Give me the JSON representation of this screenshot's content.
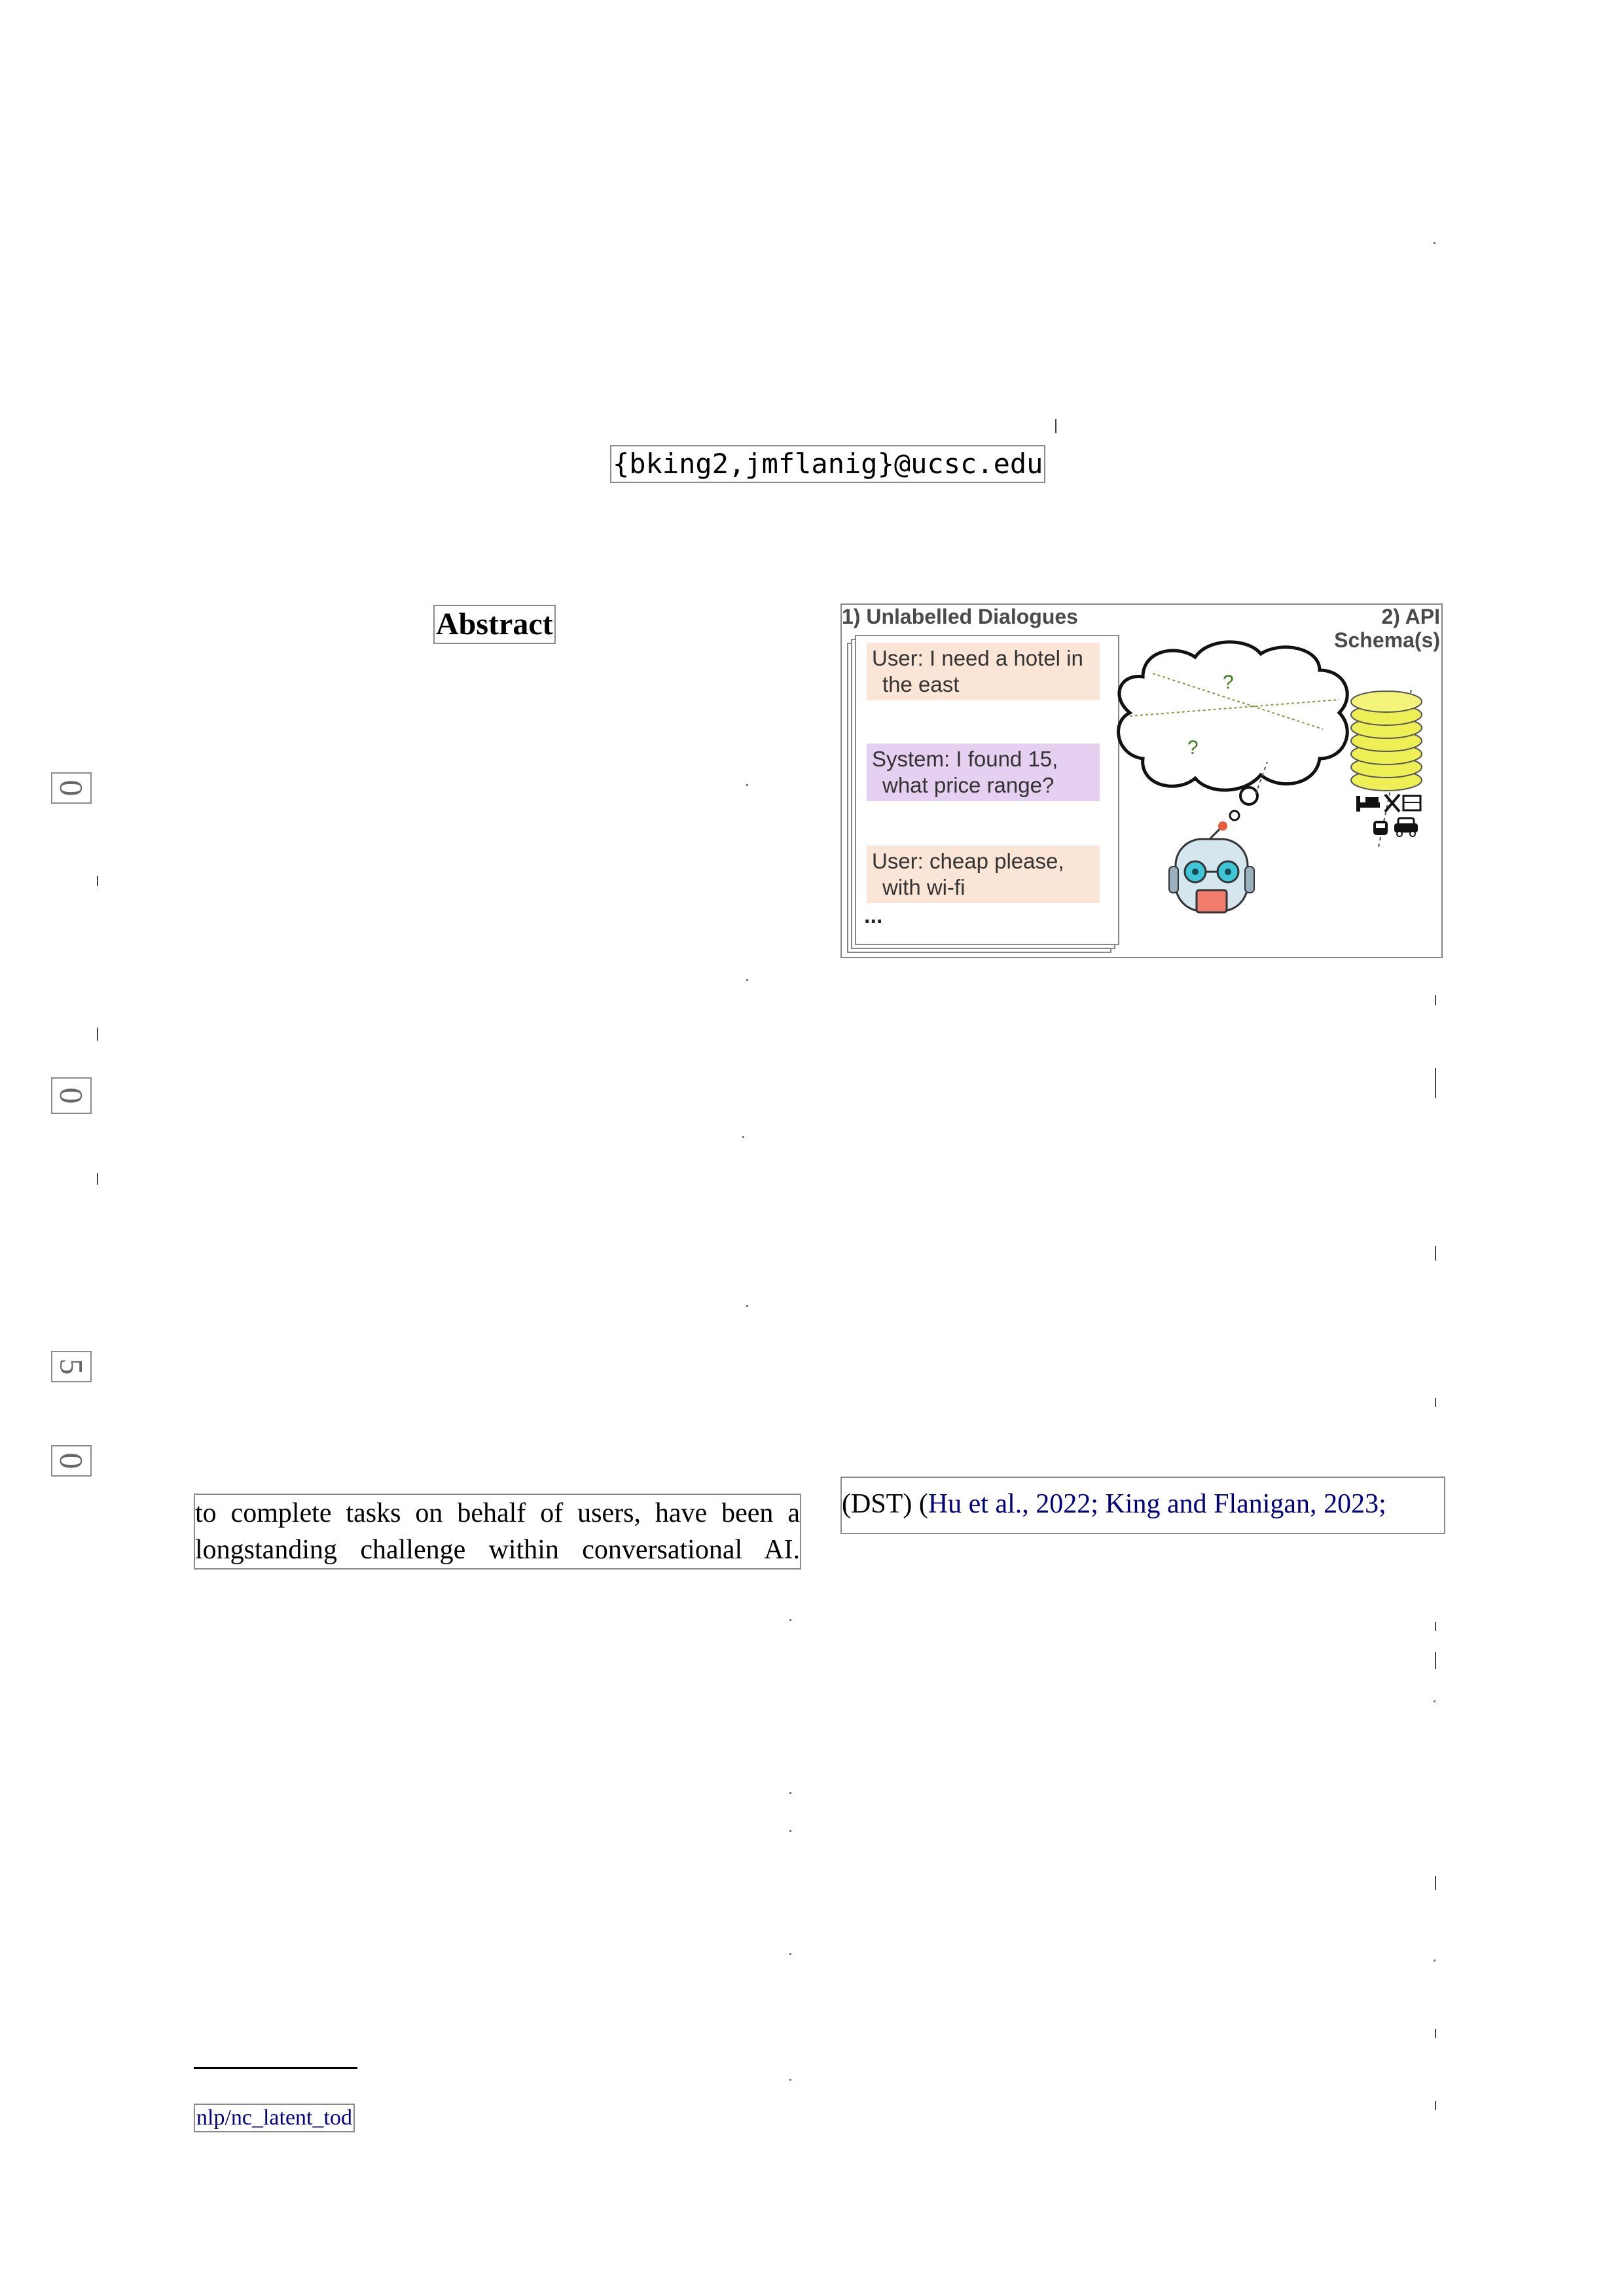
{
  "email": "{bking2,jmflanig}@ucsc.edu",
  "abstract_heading": "Abstract",
  "arxiv_sidebar_chars": [
    "0",
    "0",
    "5",
    "0"
  ],
  "body_left_lines": [
    "to complete tasks on behalf of users, have been a",
    "longstanding challenge within conversational AI."
  ],
  "body_right": {
    "prefix": "(DST) (",
    "cite1": "Hu et al.,",
    "cite1_year": "2022",
    "sep": "; ",
    "cite2": "King and Flanigan,",
    "cite2_year": "2023",
    "suffix": ";"
  },
  "footnote_text": "nlp/nc_latent_tod",
  "figure": {
    "header_left": "1) Unlabelled Dialogues",
    "header_right_line1": "2) API",
    "header_right_line2": "Schema(s)",
    "turns": [
      {
        "speaker": "user",
        "line1": "User: I need a hotel in",
        "line2": "the east"
      },
      {
        "speaker": "system",
        "line1": "System: I found 15,",
        "line2": "what price range?"
      },
      {
        "speaker": "user",
        "line1": "User: cheap please,",
        "line2": "with wi-fi"
      }
    ],
    "ellipsis": "...",
    "question_marks": [
      "?",
      "?"
    ],
    "colors": {
      "user_bubble": "#fbe5d6",
      "system_bubble": "#e6d0f2",
      "database": "#eeee55",
      "robot_body": "#d6e6ee",
      "robot_eyes": "#3fc6d6",
      "robot_mouth": "#f07c6c",
      "question_mark": "#3a7a1a"
    },
    "icons": [
      "bed-icon",
      "fork-knife-icon",
      "attraction-icon",
      "train-icon",
      "taxi-icon"
    ]
  }
}
